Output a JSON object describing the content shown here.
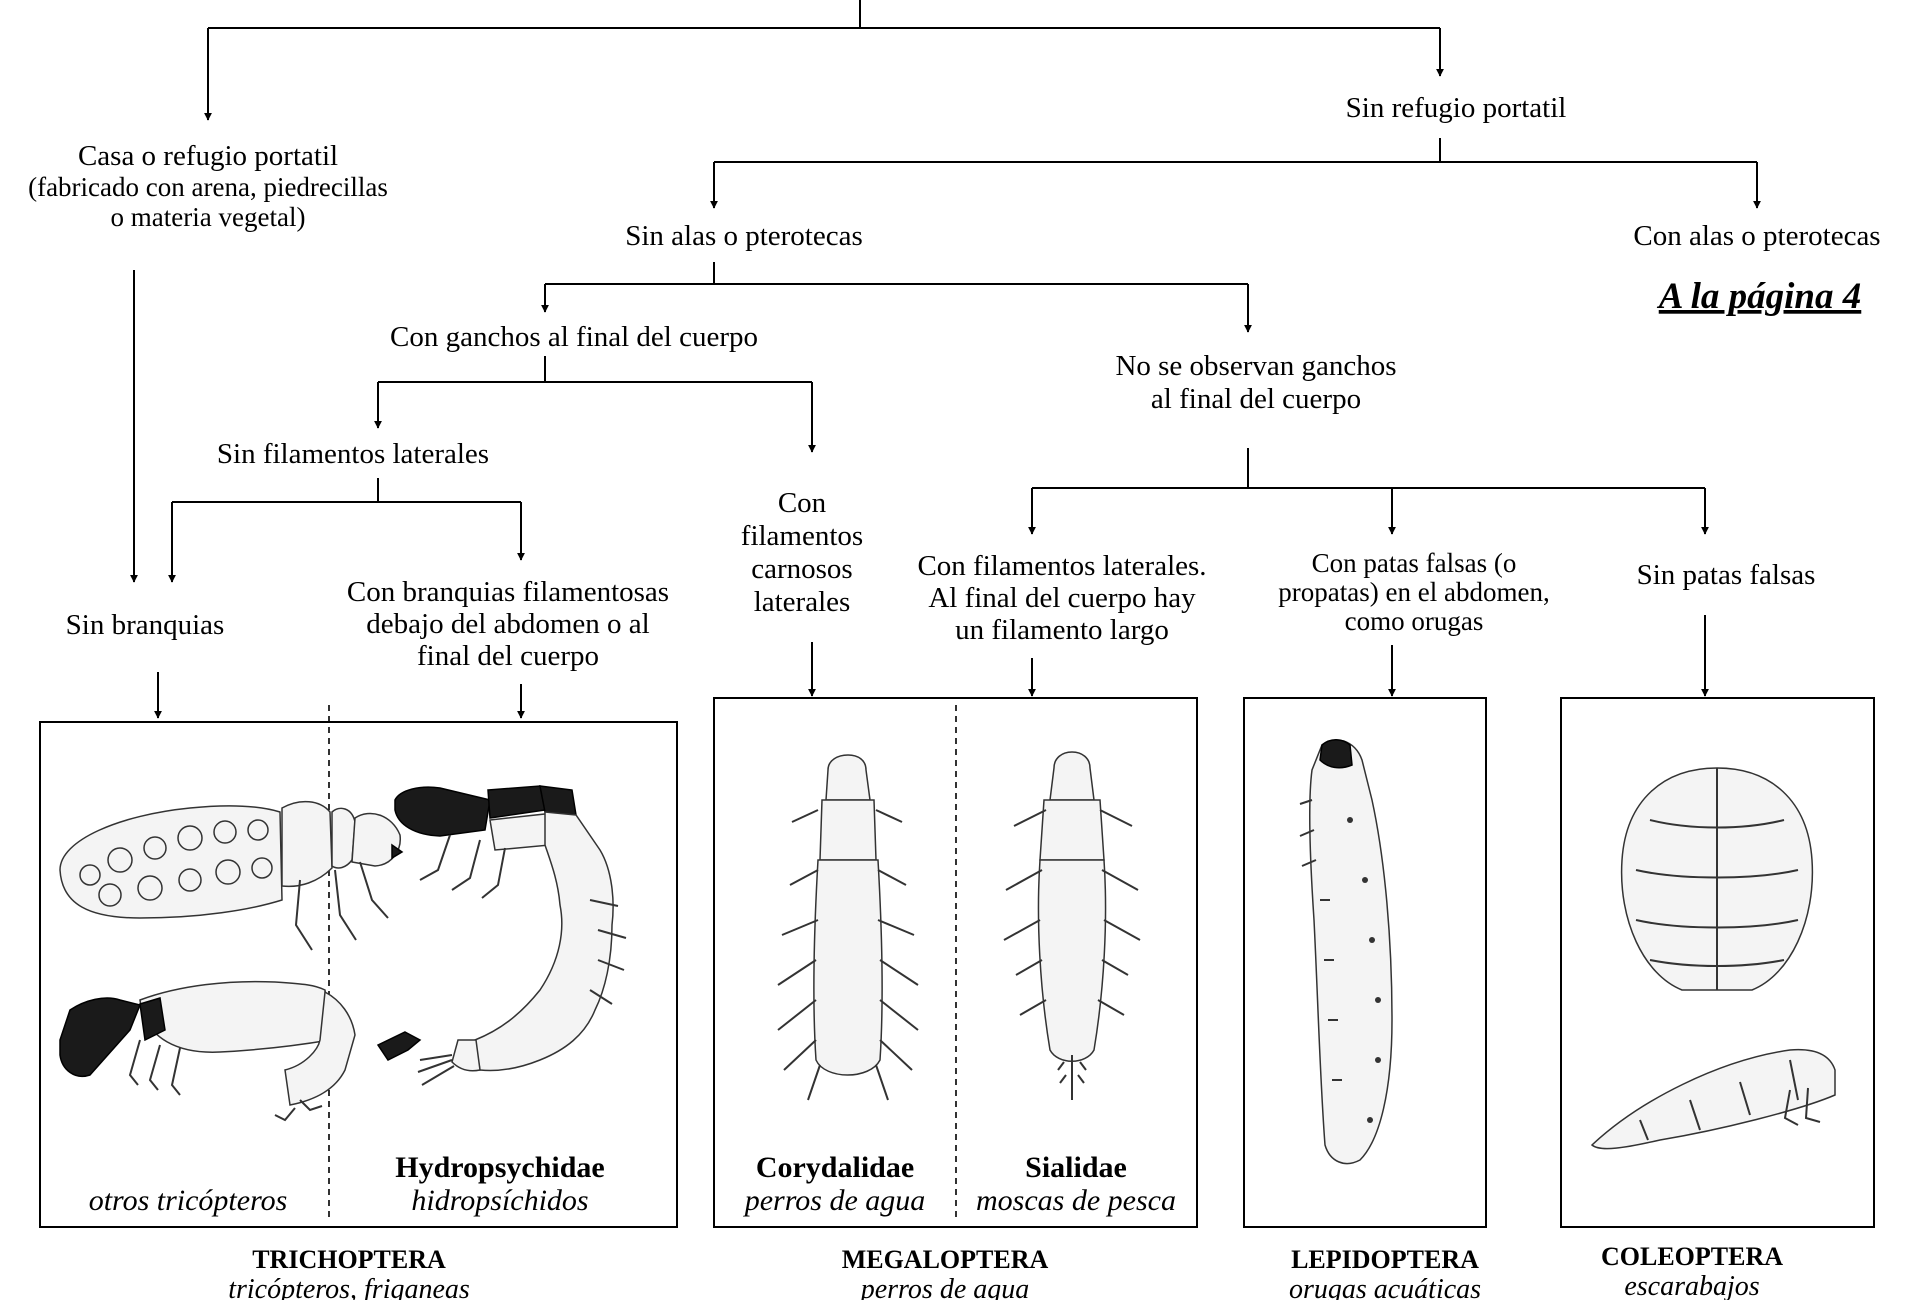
{
  "nodes": {
    "portable_case": {
      "line1": "Casa o refugio portatil",
      "line2": "(fabricado con arena, piedrecillas",
      "line3": "o materia vegetal)"
    },
    "no_portable_shelter": "Sin refugio portatil",
    "no_wings": "Sin alas o pterotecas",
    "with_wings": "Con alas o pterotecas",
    "go_to_page": "A la página 4",
    "hooks_at_end": "Con ganchos al final del cuerpo",
    "no_hooks": {
      "line1": "No se observan ganchos",
      "line2": "al final del cuerpo"
    },
    "no_lateral_filaments": "Sin filamentos laterales",
    "fleshy_filaments": {
      "line1": "Con",
      "line2": "filamentos",
      "line3": "carnosos",
      "line4": "laterales"
    },
    "no_gills": "Sin branquias",
    "filament_gills": {
      "line1": "Con branquias filamentosas",
      "line2": "debajo del abdomen o al",
      "line3": "final del cuerpo"
    },
    "lateral_long_filament": {
      "line1": "Con filamentos laterales.",
      "line2": "Al final del cuerpo hay",
      "line3": "un filamento largo"
    },
    "prolegs": {
      "line1": "Con patas falsas (o",
      "line2": "propatas) en el abdomen,",
      "line3": "como orugas"
    },
    "no_prolegs": "Sin patas falsas"
  },
  "panels": {
    "other_caddisflies": {
      "common": "otros tricópteros"
    },
    "hydropsychidae": {
      "family": "Hydropsychidae",
      "common": "hidropsíchidos"
    },
    "corydalidae": {
      "family": "Corydalidae",
      "common": "perros de agua"
    },
    "sialidae": {
      "family": "Sialidae",
      "common": "moscas de pesca"
    }
  },
  "orders": {
    "trichoptera": {
      "name": "TRICHOPTERA",
      "common": "tricópteros, friganeas"
    },
    "megaloptera": {
      "name": "MEGALOPTERA",
      "common": "perros de agua"
    },
    "lepidoptera": {
      "name": "LEPIDOPTERA",
      "common": "orugas acuáticas"
    },
    "coleoptera": {
      "name": "COLEOPTERA",
      "common": "escarabajos"
    }
  }
}
